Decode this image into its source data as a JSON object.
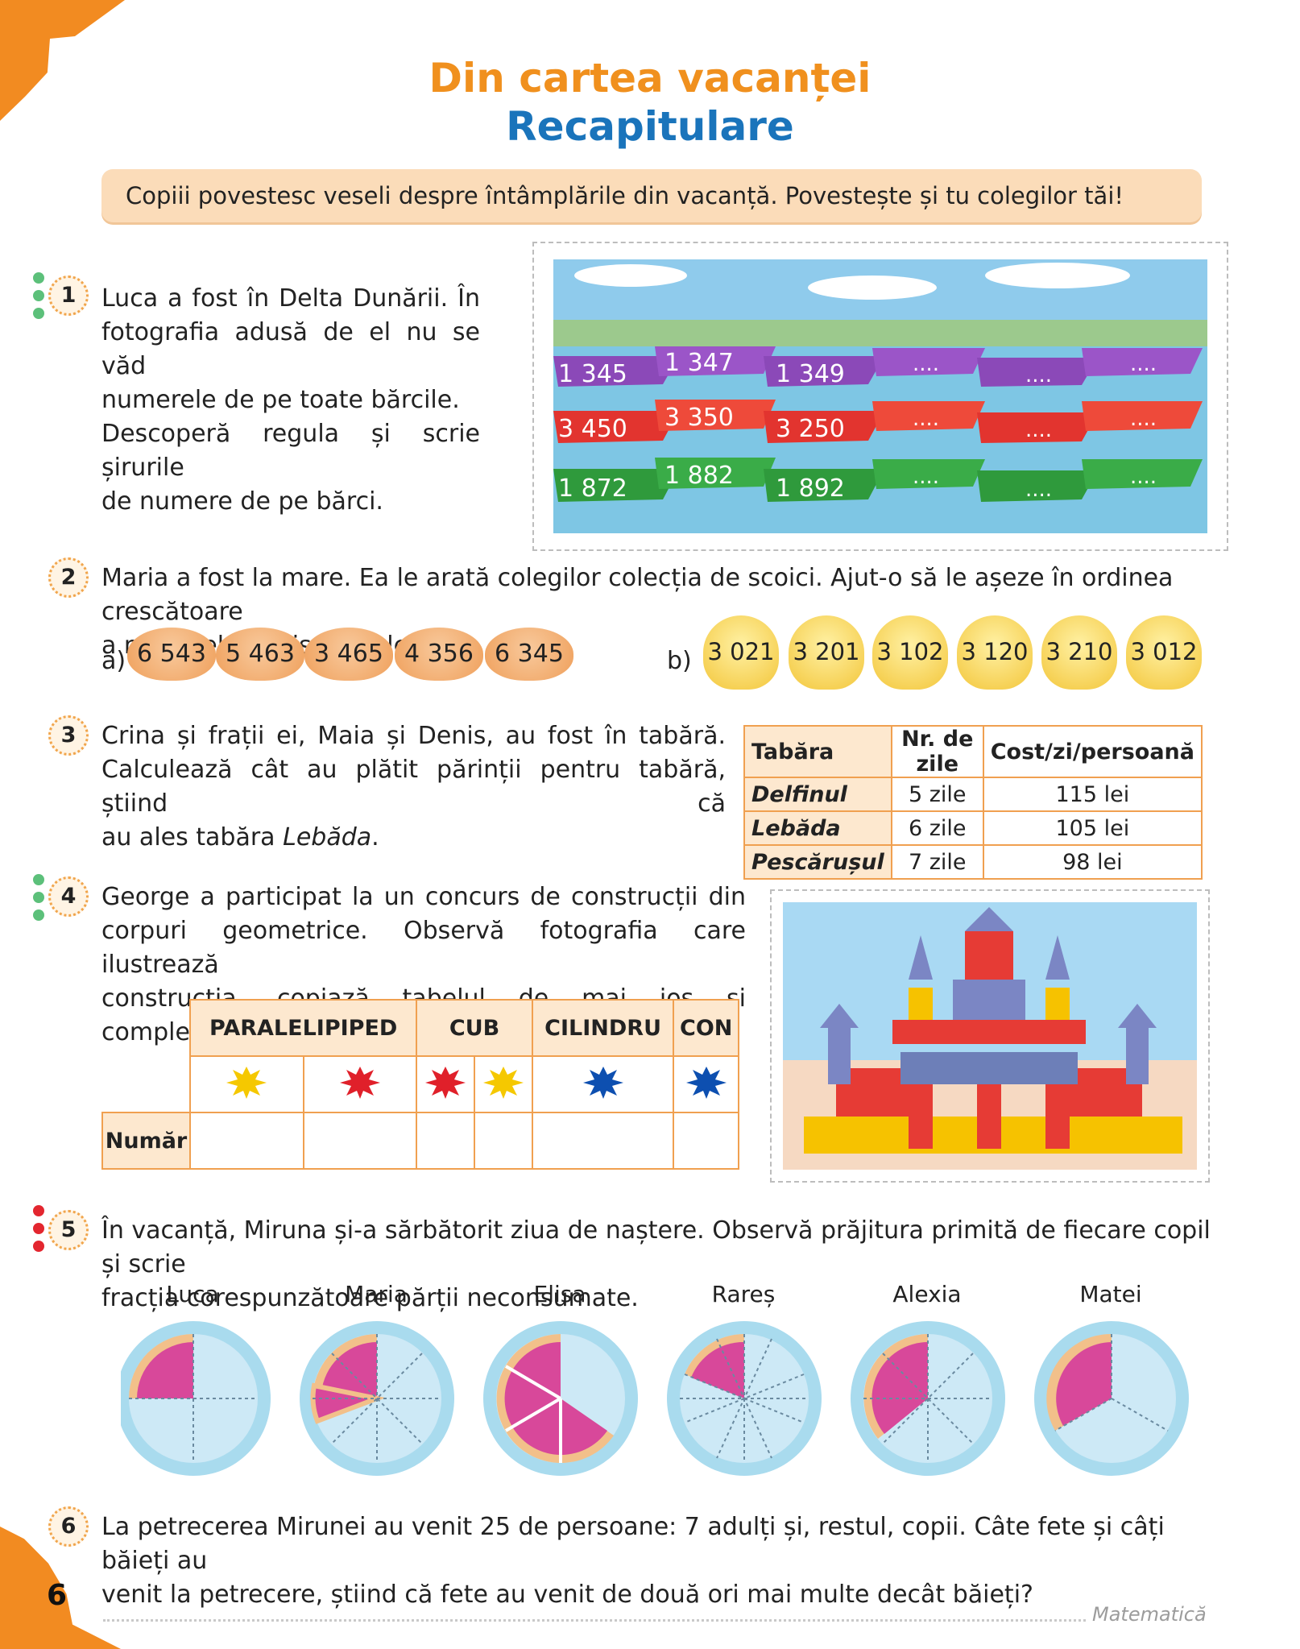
{
  "header": {
    "title": "Din cartea vacanței",
    "subtitle": "Recapitulare",
    "intro": "Copiii povestesc veseli despre întâmplările din vacanță. Povestește și tu colegilor tăi!"
  },
  "ex1": {
    "number": "1",
    "lines": [
      "Luca a fost în Delta Dunării. În",
      "fotografia adusă de el nu se văd",
      "numerele de pe toate bărcile.",
      "Descoperă regula și scrie șirurile",
      "de numere de pe bărci."
    ],
    "boats": {
      "purple": [
        "1 345",
        "1 347",
        "1 349",
        "....",
        "....",
        "...."
      ],
      "red": [
        "3 450",
        "3 350",
        "3 250",
        "....",
        "....",
        "...."
      ],
      "green": [
        "1 872",
        "1 882",
        "1 892",
        "....",
        "....",
        "...."
      ]
    },
    "colors": {
      "purple": "#8b49b8",
      "red": "#e2342f",
      "green": "#2f9a3c"
    }
  },
  "ex2": {
    "number": "2",
    "lines": [
      "Maria a fost la mare. Ea le arată colegilor colecția de scoici. Ajut-o să le așeze în ordinea crescătoare",
      "a numerelor scrise pe ele."
    ],
    "a_label": "a)",
    "a_values": [
      "6 543",
      "5 463",
      "3 465",
      "4 356",
      "6 345"
    ],
    "b_label": "b)",
    "b_values": [
      "3 021",
      "3 201",
      "3 102",
      "3 120",
      "3 210",
      "3 012"
    ]
  },
  "ex3": {
    "number": "3",
    "lines": [
      "Crina și frații ei, Maia și Denis, au fost în tabără.",
      "Calculează cât au plătit părinții pentru tabără, știind că"
    ],
    "line3_prefix": "au ales tabăra ",
    "line3_italic": "Lebăda",
    "line3_suffix": ".",
    "table": {
      "headers": [
        "Tabăra",
        "Nr. de zile",
        "Cost/zi/persoană"
      ],
      "rows": [
        [
          "Delfinul",
          "5 zile",
          "115 lei"
        ],
        [
          "Lebăda",
          "6 zile",
          "105 lei"
        ],
        [
          "Pescărușul",
          "7 zile",
          "98 lei"
        ]
      ]
    }
  },
  "ex4": {
    "number": "4",
    "lines": [
      "George a participat la un concurs de construcții din",
      "corpuri geometrice. Observă fotografia care ilustrează",
      "construcția, copiază tabelul de mai jos și completează-l."
    ],
    "table": {
      "headers": [
        "PARALELIPIPED",
        "CUB",
        "CILINDRU",
        "CON"
      ],
      "row_label": "Număr",
      "splat_colors": [
        "#f5c800",
        "#e0202a",
        "#e0202a",
        "#f5c800",
        "#0d4fb0",
        "#0d4fb0"
      ]
    }
  },
  "ex5": {
    "number": "5",
    "lines": [
      "În vacanță, Miruna și-a sărbătorit ziua de naștere. Observă prăjitura primită de fiecare copil și scrie",
      "fracția corespunzătoare părții neconsumate."
    ],
    "children": [
      "Luca",
      "Maria",
      "Elisa",
      "Rareș",
      "Alexia",
      "Matei"
    ]
  },
  "ex6": {
    "number": "6",
    "lines": [
      "La petrecerea Mirunei au venit 25 de persoane: 7 adulți și, restul, copii. Câte fete și câți băieți au",
      "venit la petrecere, știind că fete au venit de două ori mai multe decât băieți?"
    ]
  },
  "footer": {
    "page_number": "6",
    "subject": "Matematică"
  }
}
